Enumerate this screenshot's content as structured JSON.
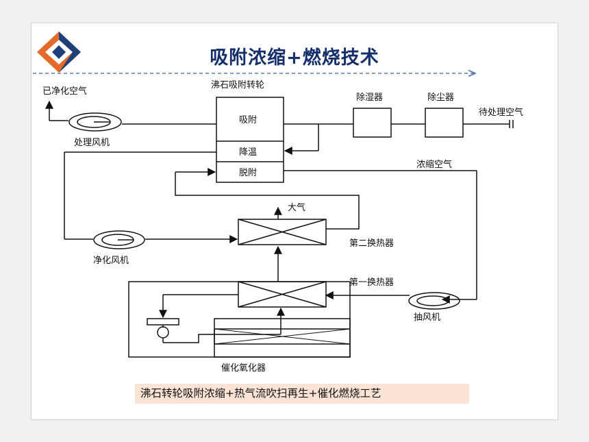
{
  "title": "吸附浓缩+燃烧技术",
  "caption": "沸石转轮吸附浓缩+热气流吹扫再生+催化燃烧工艺",
  "colors": {
    "title": "#142f6b",
    "logo_orange": "#e46a2a",
    "logo_blue": "#1d3f7c",
    "caption_bg": "#fbe4d6",
    "dashed_line": "#5b79b3"
  },
  "diagram": {
    "labels": {
      "clean_air_out": "已净化空气",
      "zeolite_wheel": "沸石吸附转轮",
      "dehumidifier": "除湿器",
      "dust_remover": "除尘器",
      "untreated_air": "待处理空气",
      "adsorption": "吸附",
      "cooling": "降温",
      "desorption": "脱附",
      "process_fan": "处理风机",
      "concentrated_air": "浓缩空气",
      "atmosphere": "大气",
      "purify_fan": "净化风机",
      "second_heat_exchanger": "第二换热器",
      "first_heat_exchanger": "第一换热器",
      "exhaust_fan": "抽风机",
      "catalytic_oxidizer": "催化氧化器"
    }
  }
}
